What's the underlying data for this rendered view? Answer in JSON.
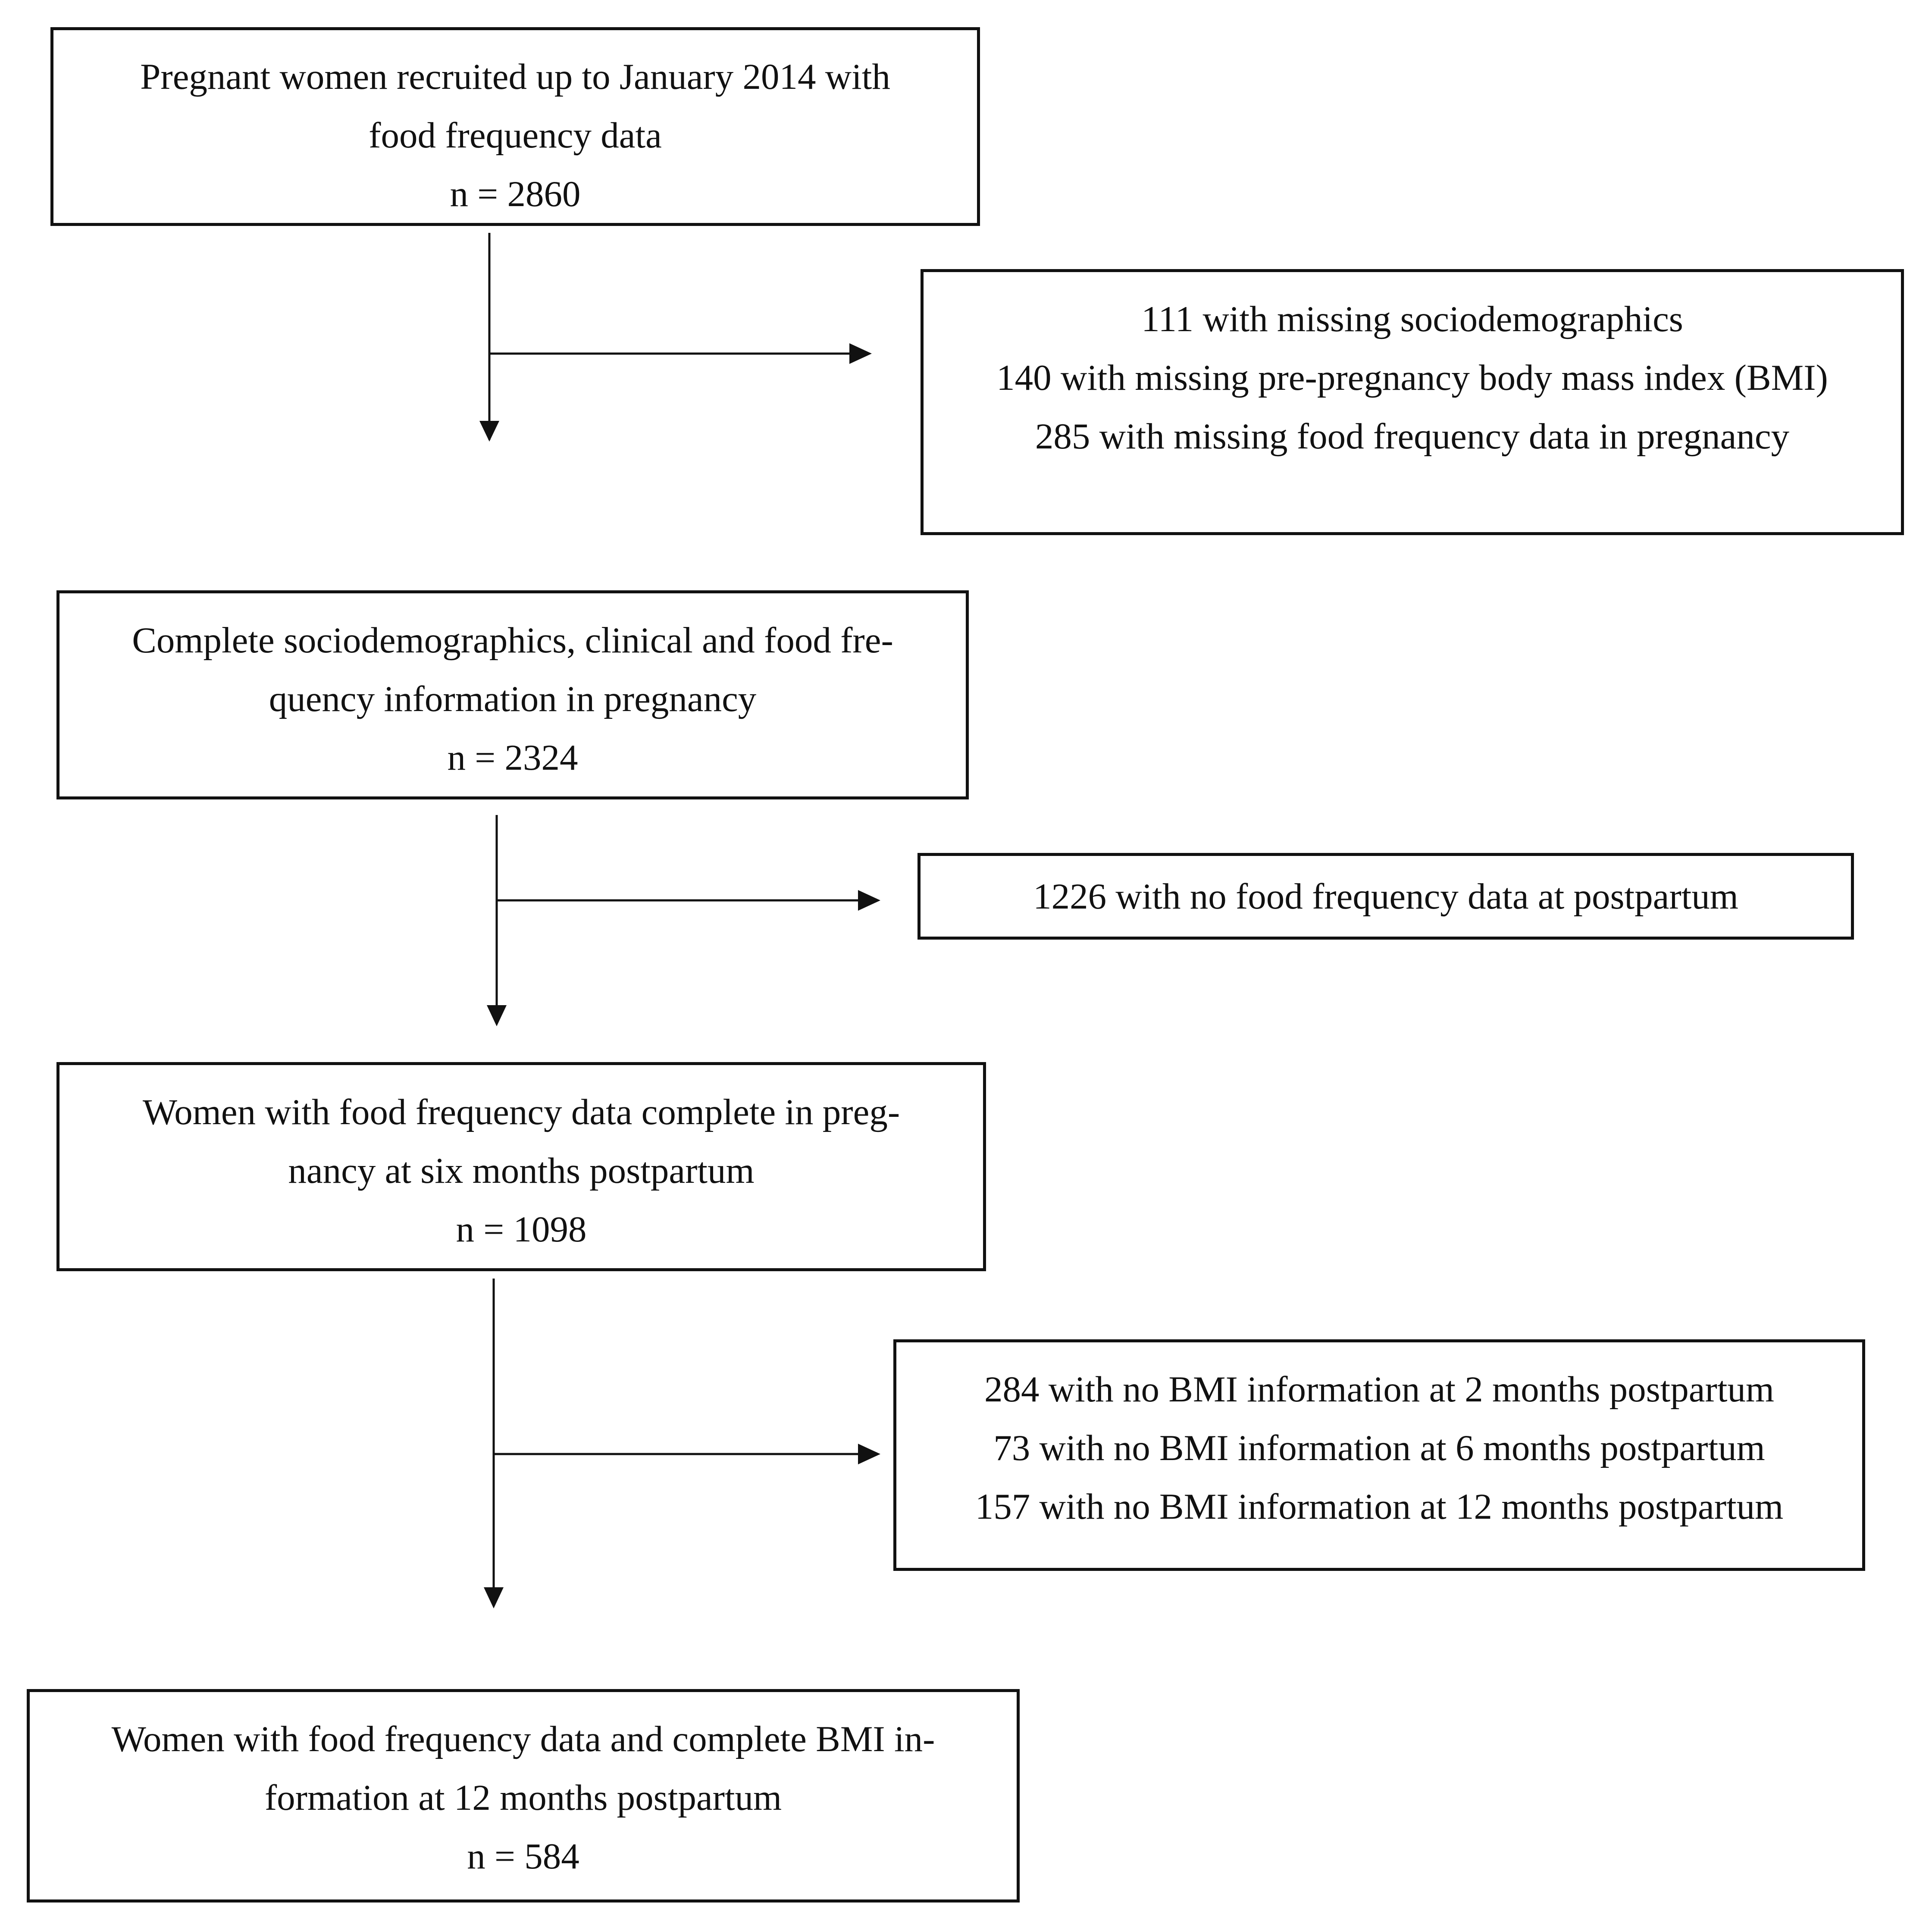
{
  "boxes": {
    "recruited": {
      "lines": [
        "Pregnant women recruited up to January 2014 with",
        "food frequency data",
        "n = 2860"
      ]
    },
    "excluded_pregnancy": {
      "lines": [
        "111 with missing sociodemographics",
        "140 with missing pre-pregnancy body mass index (BMI)",
        "285 with missing food frequency data in pregnancy"
      ]
    },
    "complete_pregnancy": {
      "lines": [
        "Complete sociodemographics, clinical and food fre-",
        "quency information in pregnancy",
        "n = 2324"
      ]
    },
    "excluded_postpartum": {
      "lines": [
        "1226 with no food frequency data at postpartum"
      ]
    },
    "six_months": {
      "lines": [
        "Women with food frequency data complete in preg-",
        "nancy at six months postpartum",
        "n = 1098"
      ]
    },
    "excluded_bmi": {
      "lines": [
        "284 with no BMI information at 2 months postpartum",
        "73 with no BMI information at 6 months postpartum",
        "157 with no BMI information at 12 months postpartum"
      ]
    },
    "final": {
      "lines": [
        "Women with food frequency data and complete BMI in-",
        "formation at 12 months postpartum",
        "n = 584"
      ]
    }
  }
}
